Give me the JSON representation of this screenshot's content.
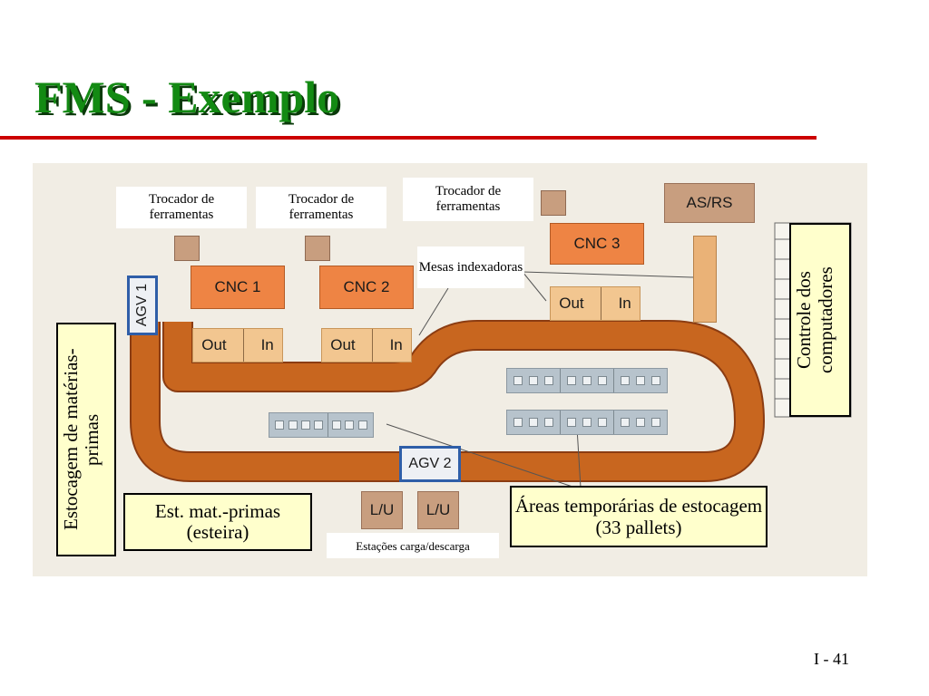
{
  "title": "FMS - Exemplo",
  "page_number": "I - 41",
  "labels": {
    "tool_changer_1": "Trocador de ferramentas",
    "tool_changer_2": "Trocador de ferramentas",
    "tool_changer_3": "Trocador de ferramentas",
    "indexing_tables": "Mesas indexadoras",
    "raw_storage": "Estocagem de matérias-primas",
    "raw_conveyor": "Est. mat.-primas (esteira)",
    "load_stations": "Estações carga/descarga",
    "temp_storage": "Áreas temporárias de estocagem (33 pallets)",
    "computer_control": "Controle dos computadores"
  },
  "machines": {
    "cnc1": "CNC 1",
    "cnc2": "CNC 2",
    "cnc3": "CNC 3",
    "asrs": "AS/RS",
    "agv1": "AGV 1",
    "agv2": "AGV 2",
    "out": "Out",
    "in": "In",
    "lu": "L/U"
  },
  "colors": {
    "title": "#138a13",
    "rule": "#cc0000",
    "track": "#c8661f",
    "cnc": "#ee8444",
    "agv_border": "#2f5ea8",
    "label_fill": "#ffffcc"
  }
}
